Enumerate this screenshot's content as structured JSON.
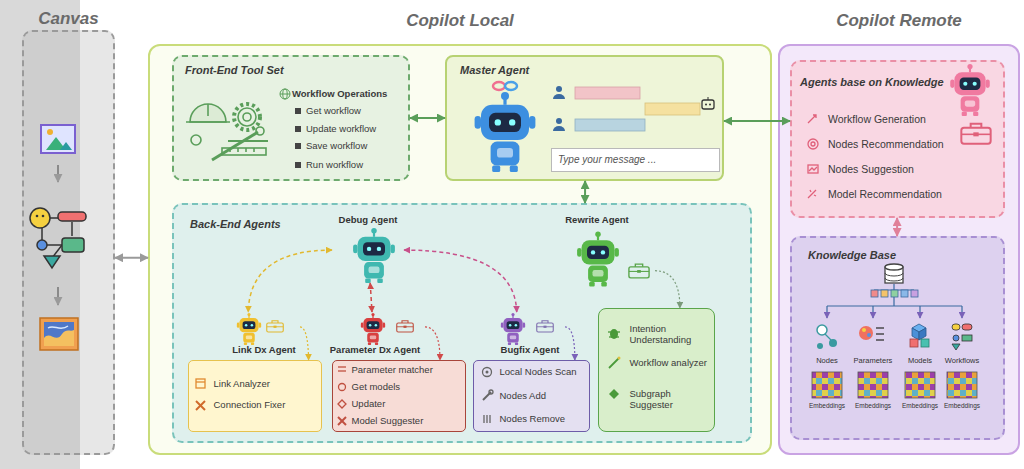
{
  "diagram": {
    "nodes": [
      {
        "text": [
          "Canvas"
        ]
      },
      {
        "text": [
          "Copilot Local"
        ]
      },
      {
        "text": [
          "Front-End Tool Set",
          "Workflow Operations",
          "Get workflow",
          "Update workflow",
          "Save workflow",
          "Run workflow"
        ],
        "in": 1
      },
      {
        "text": [
          "Master Agent",
          "Type your message ..."
        ],
        "in": 1
      },
      {
        "text": [
          "Back-End Agents"
        ],
        "in": 1
      },
      {
        "text": [
          "Debug Agent"
        ],
        "in": 4
      },
      {
        "text": [
          "Rewrite Agent"
        ],
        "in": 4
      },
      {
        "text": [
          "Link Dx Agent"
        ],
        "in": 4
      },
      {
        "text": [
          "Link Analyzer",
          "Connection Fixer"
        ],
        "in": 4
      },
      {
        "text": [
          "Parameter Dx Agent"
        ],
        "in": 4
      },
      {
        "text": [
          "Parameter matcher",
          "Get models",
          "Updater",
          "Model Suggester"
        ],
        "in": 4
      },
      {
        "text": [
          "Bugfix Agent"
        ],
        "in": 4
      },
      {
        "text": [
          "Local Nodes Scan",
          "Nodes Add",
          "Nodes Remove"
        ],
        "in": 4
      },
      {
        "text": [
          "Intention Understanding",
          "Workflow analyzer",
          "Subgraph Suggester"
        ],
        "in": 4
      },
      {
        "text": [
          "Copilot Remote"
        ]
      },
      {
        "text": [
          "Agents base on Knowledge",
          "Workflow Generation",
          "Nodes Recommendation",
          "Nodes Suggestion",
          "Model Recommendation"
        ],
        "in": 14
      },
      {
        "text": [
          "Knowledge Base"
        ],
        "in": 14
      }
    ],
    "edges": [
      {
        "from": 0,
        "to": 1,
        "arrow": "both"
      },
      {
        "from": 2,
        "to": 3,
        "arrow": "both"
      },
      {
        "from": 3,
        "to": 15,
        "arrow": "both"
      },
      {
        "from": 3,
        "to": 4,
        "arrow": "both"
      },
      {
        "from": 5,
        "to": 7,
        "arrow": "both"
      },
      {
        "from": 5,
        "to": 9,
        "arrow": "both"
      },
      {
        "from": 5,
        "to": 11,
        "arrow": "both"
      },
      {
        "from": 7,
        "to": 8,
        "arrow": "to"
      },
      {
        "from": 9,
        "to": 10,
        "arrow": "to"
      },
      {
        "from": 11,
        "to": 12,
        "arrow": "to"
      },
      {
        "from": 6,
        "to": 13,
        "arrow": "to"
      },
      {
        "from": 15,
        "to": 16,
        "arrow": "both"
      }
    ],
    "labels": [
      "Nodes",
      "Parameters",
      "Models",
      "Workflows",
      "Embeddings",
      "Embeddings",
      "Embeddings",
      "Embeddings"
    ]
  }
}
